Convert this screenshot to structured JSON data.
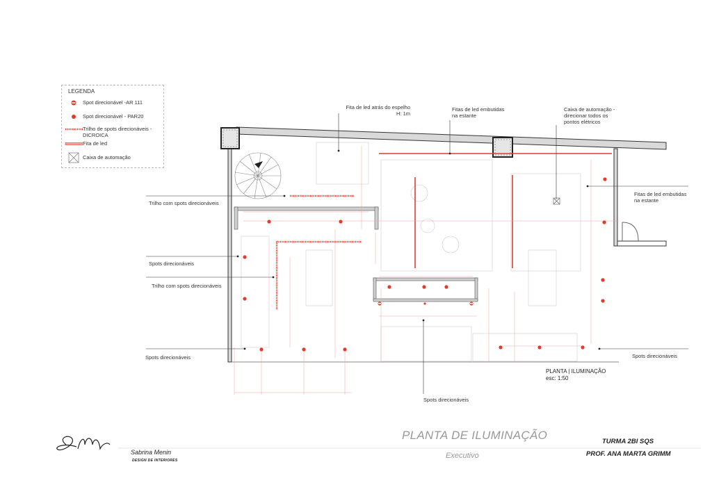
{
  "legend": {
    "title": "LEGENDA",
    "items": [
      {
        "label": "Spot direcionável -AR 111",
        "icon": "ar111-spot-icon"
      },
      {
        "label": "Spot direcionável - PAR20",
        "icon": "par20-spot-icon"
      },
      {
        "label_line1": "Trilho de spots direcionáveis -",
        "label_line2": "DICROICA",
        "icon": "spot-track-icon"
      },
      {
        "label": "Fita de led",
        "icon": "led-strip-icon"
      },
      {
        "label": "Caixa de automação",
        "icon": "automation-box-icon"
      }
    ]
  },
  "callouts": {
    "mirror_led_line1": "Fita de led atrás do espelho",
    "mirror_led_line2": "H: 1m",
    "shelf_led_top_line1": "Fitas de led embutidas",
    "shelf_led_top_line2": "na estante",
    "automation_line1": "Caixa de automação -",
    "automation_line2": "direcionar todos os",
    "automation_line3": "pontos elétricos",
    "shelf_led_right_line1": "Fitas de led embutidas",
    "shelf_led_right_line2": "na estante",
    "track_1": "Trilho com spots direcionáveis",
    "spots_1": "Spots direcionáveis",
    "track_2": "Trilho com spots direcionáveis",
    "spots_2": "Spots direcionáveis",
    "spots_right": "Spots direcionáveis",
    "spots_bottom": "Spots direcionáveis"
  },
  "plan": {
    "name": "PLANTA | ILUMINAÇÃO",
    "scale": "esc: 1:50"
  },
  "title_block": {
    "title": "PLANTA DE ILUMINAÇÃO",
    "subtitle": "Executivo",
    "class": "TURMA 2BI SQS",
    "professor": "PROF. ANA MARTA GRIMM",
    "designer": "Sabrina Menin",
    "designer_role": "DESIGN DE INTERIORES"
  },
  "colors": {
    "spot_red": "#e53a2a",
    "dim_red": "#f0a49c",
    "wall_gray": "#9e9e9e",
    "wall_dark": "#333333"
  }
}
